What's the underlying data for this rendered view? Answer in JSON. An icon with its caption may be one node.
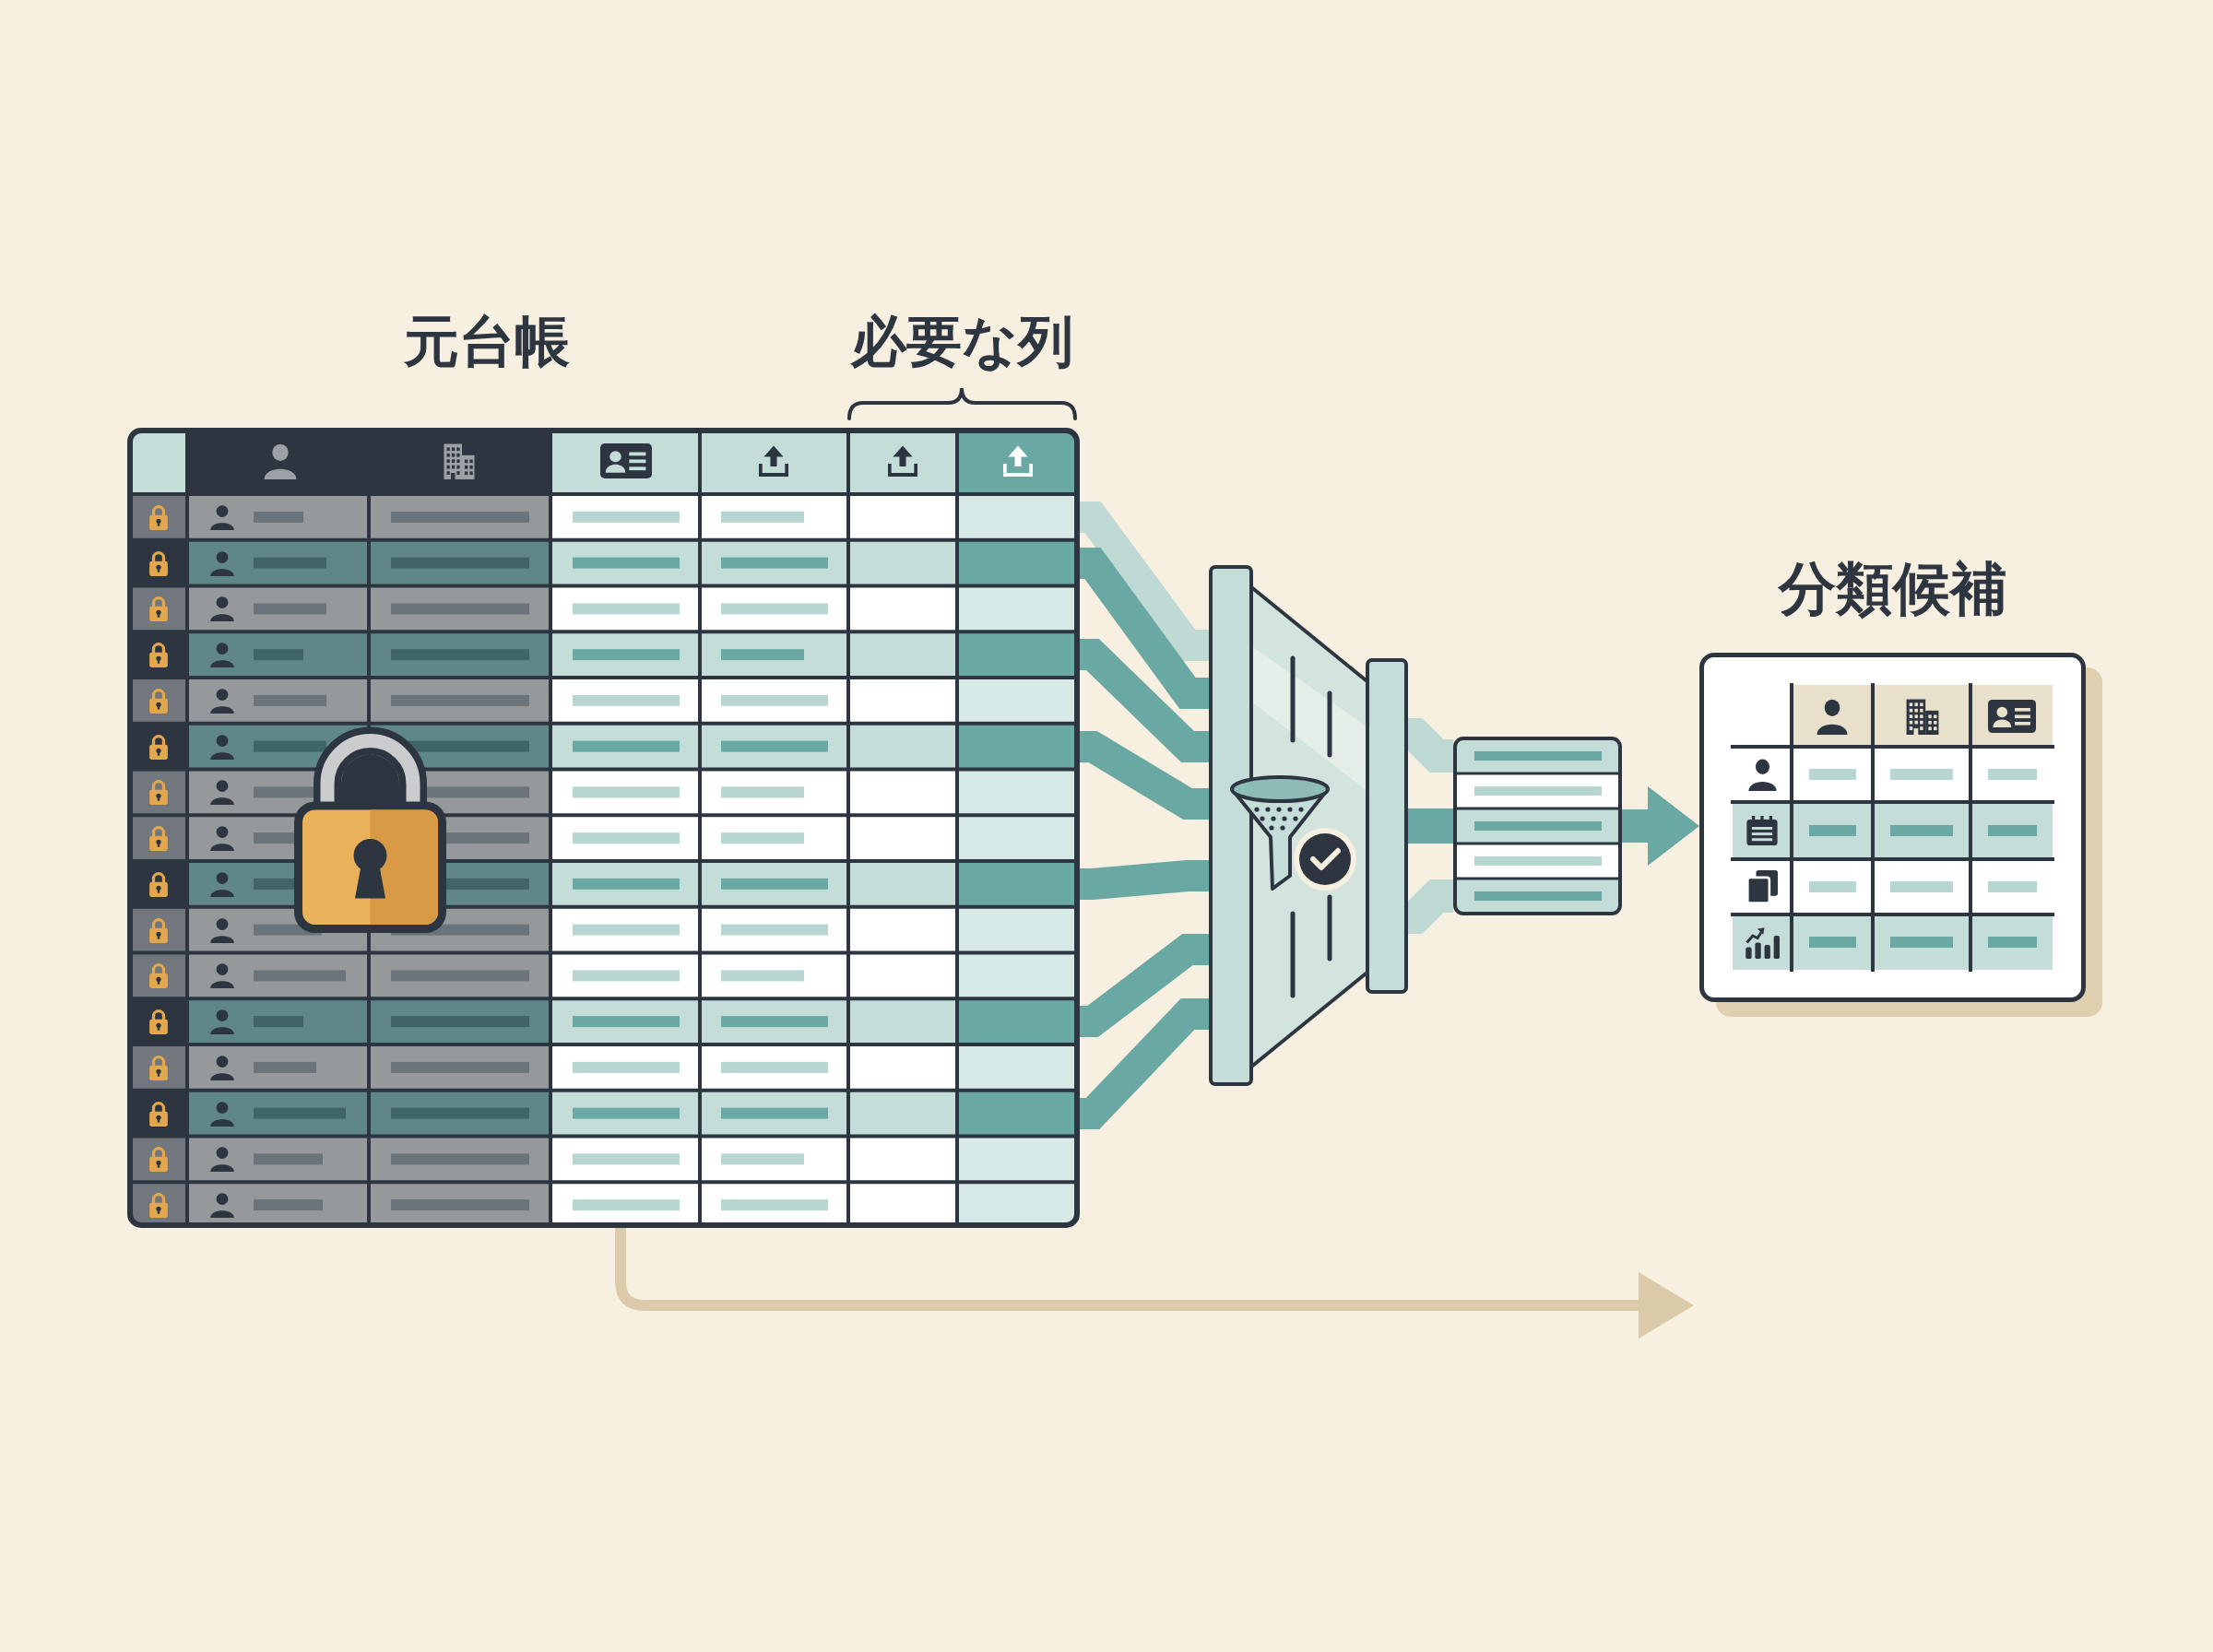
{
  "diagram": {
    "nodes": [
      {
        "text": [
          "元台帳"
        ]
      },
      {
        "text": [],
        "shape": "funnel"
      },
      {
        "text": [],
        "shape": "table"
      },
      {
        "text": [
          "分類候補"
        ]
      }
    ],
    "edges": [
      {
        "from": 0,
        "to": 1,
        "arrow": "none",
        "color": "#bfdad5"
      },
      {
        "from": 0,
        "to": 1,
        "arrow": "none"
      },
      {
        "from": 0,
        "to": 1,
        "arrow": "none"
      },
      {
        "from": 0,
        "to": 1,
        "arrow": "none"
      },
      {
        "from": 0,
        "to": 1,
        "arrow": "none"
      },
      {
        "from": 0,
        "to": 1,
        "arrow": "none"
      },
      {
        "from": 0,
        "to": 1,
        "arrow": "none"
      },
      {
        "from": 1,
        "to": 2,
        "arrow": "none",
        "color": "#bfdad5"
      },
      {
        "from": 1,
        "to": 2,
        "arrow": "none"
      },
      {
        "from": 1,
        "to": 2,
        "arrow": "none",
        "color": "#bfdad5"
      },
      {
        "from": 2,
        "to": 3,
        "arrow": "to"
      },
      {
        "from": 0,
        "to": null,
        "arrow": "to",
        "color": "#dccbab"
      }
    ],
    "labels": [
      "必要な列"
    ]
  }
}
